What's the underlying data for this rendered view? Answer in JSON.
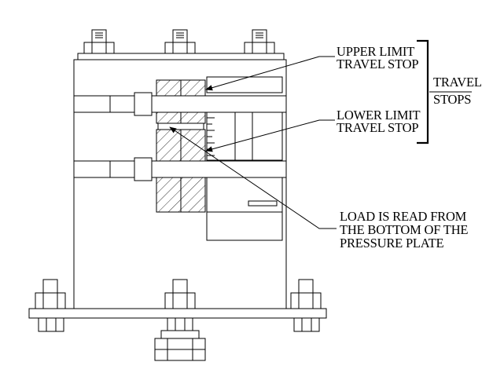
{
  "labels": {
    "upper_limit_1": "UPPER LIMIT",
    "upper_limit_2": "TRAVEL STOP",
    "lower_limit_1": "LOWER LIMIT",
    "lower_limit_2": "TRAVEL STOP",
    "travel": "TRAVEL",
    "stops": "STOPS",
    "load_1": "LOAD IS READ FROM",
    "load_2": "THE BOTTOM OF THE",
    "load_3": "PRESSURE PLATE"
  }
}
